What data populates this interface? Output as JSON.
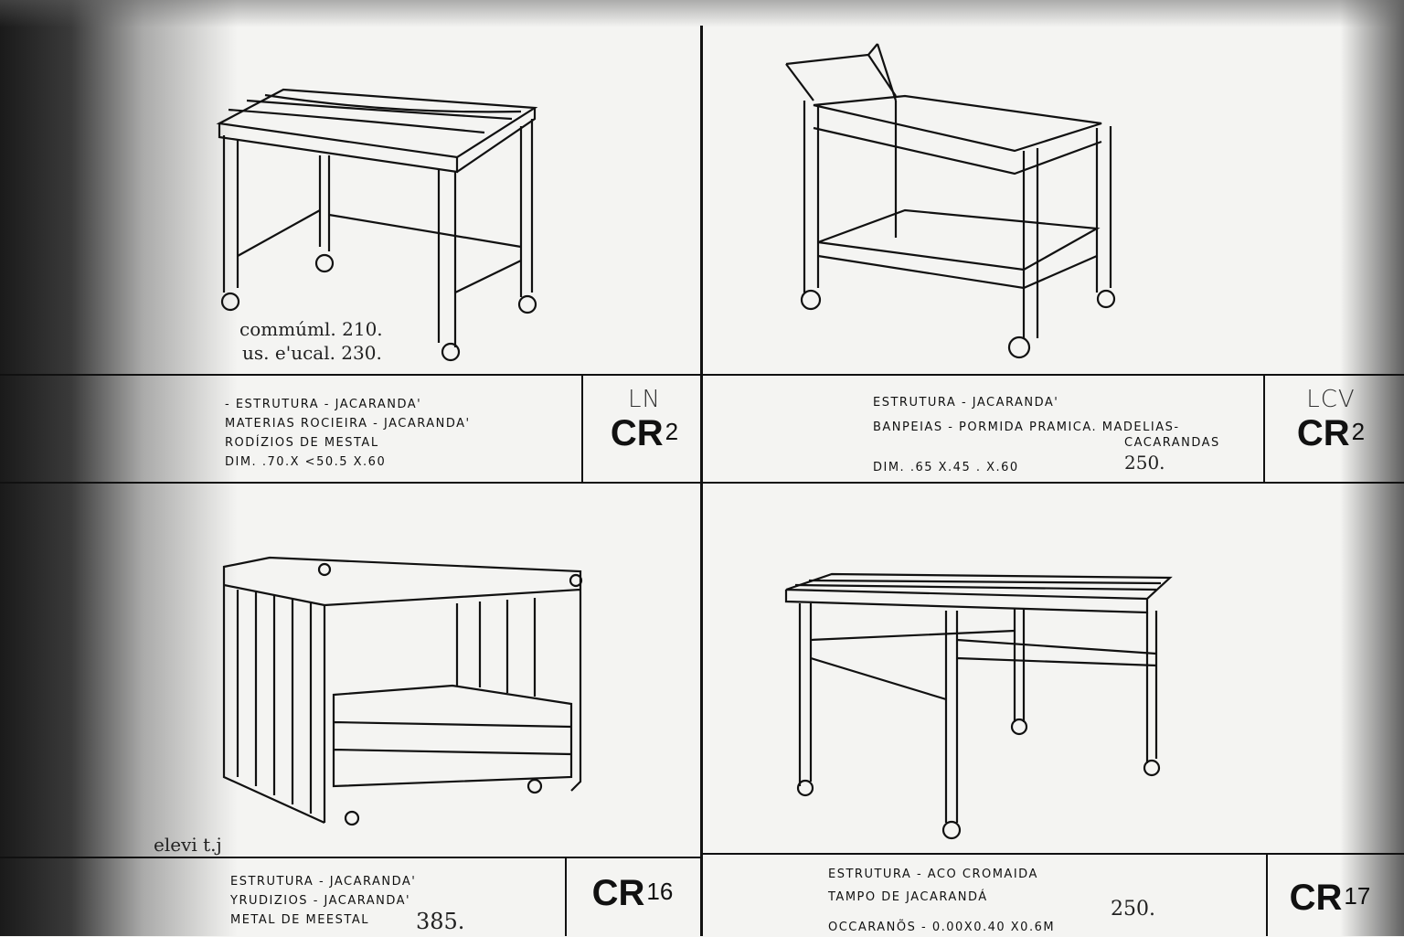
{
  "items": [
    {
      "code_prefix": "LN",
      "code": "CR",
      "code_number": "2",
      "specs": [
        "- Estrutura - Jacaranda'",
        "Materias Rocieira - Jacaranda'",
        "Rodízios de mestal",
        "Dim. .70.x <50.5 x.60"
      ],
      "handwritten": [
        "commúml. 210.",
        "us. e'ucal. 230."
      ]
    },
    {
      "code_prefix": "LCV",
      "code": "CR",
      "code_number": "2",
      "specs": [
        "Estrutura - Jacaranda'",
        "Banpeias - Pormida Pramica. Madelias-",
        "Cacarandas",
        "Dim. .65 x.45 . x.60"
      ],
      "price": "250."
    },
    {
      "code": "CR",
      "code_number": "16",
      "specs": [
        "Estrutura - Jacaranda'",
        "Yrudizios - Jacaranda'",
        "Metal de meestal"
      ],
      "price": "385.",
      "handwritten": [
        "elevi t.j"
      ]
    },
    {
      "code": "CR",
      "code_number": "17",
      "specs": [
        "Estrutura - Aco cromaida",
        "Tampo de jacarandá",
        "Occaranõs - 0.00x0.40 x0.6m"
      ],
      "price": "250."
    }
  ]
}
